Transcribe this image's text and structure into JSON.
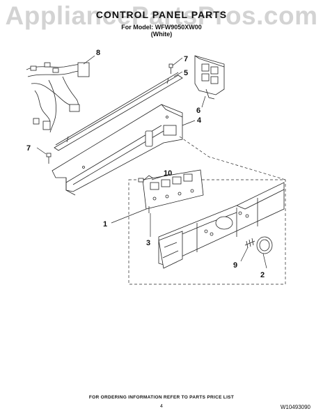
{
  "watermark": "AppliancePartsPros.com",
  "header": {
    "title": "CONTROL PANEL PARTS",
    "model_line": "For Model: WFW9050XW00",
    "color_line": "(White)"
  },
  "callouts": [
    "1",
    "2",
    "3",
    "4",
    "5",
    "6",
    "7",
    "7",
    "8",
    "9",
    "10"
  ],
  "footer": {
    "ordering_note": "FOR ORDERING INFORMATION REFER TO PARTS PRICE LIST",
    "page_number": "4",
    "document_number": "W10493090"
  }
}
